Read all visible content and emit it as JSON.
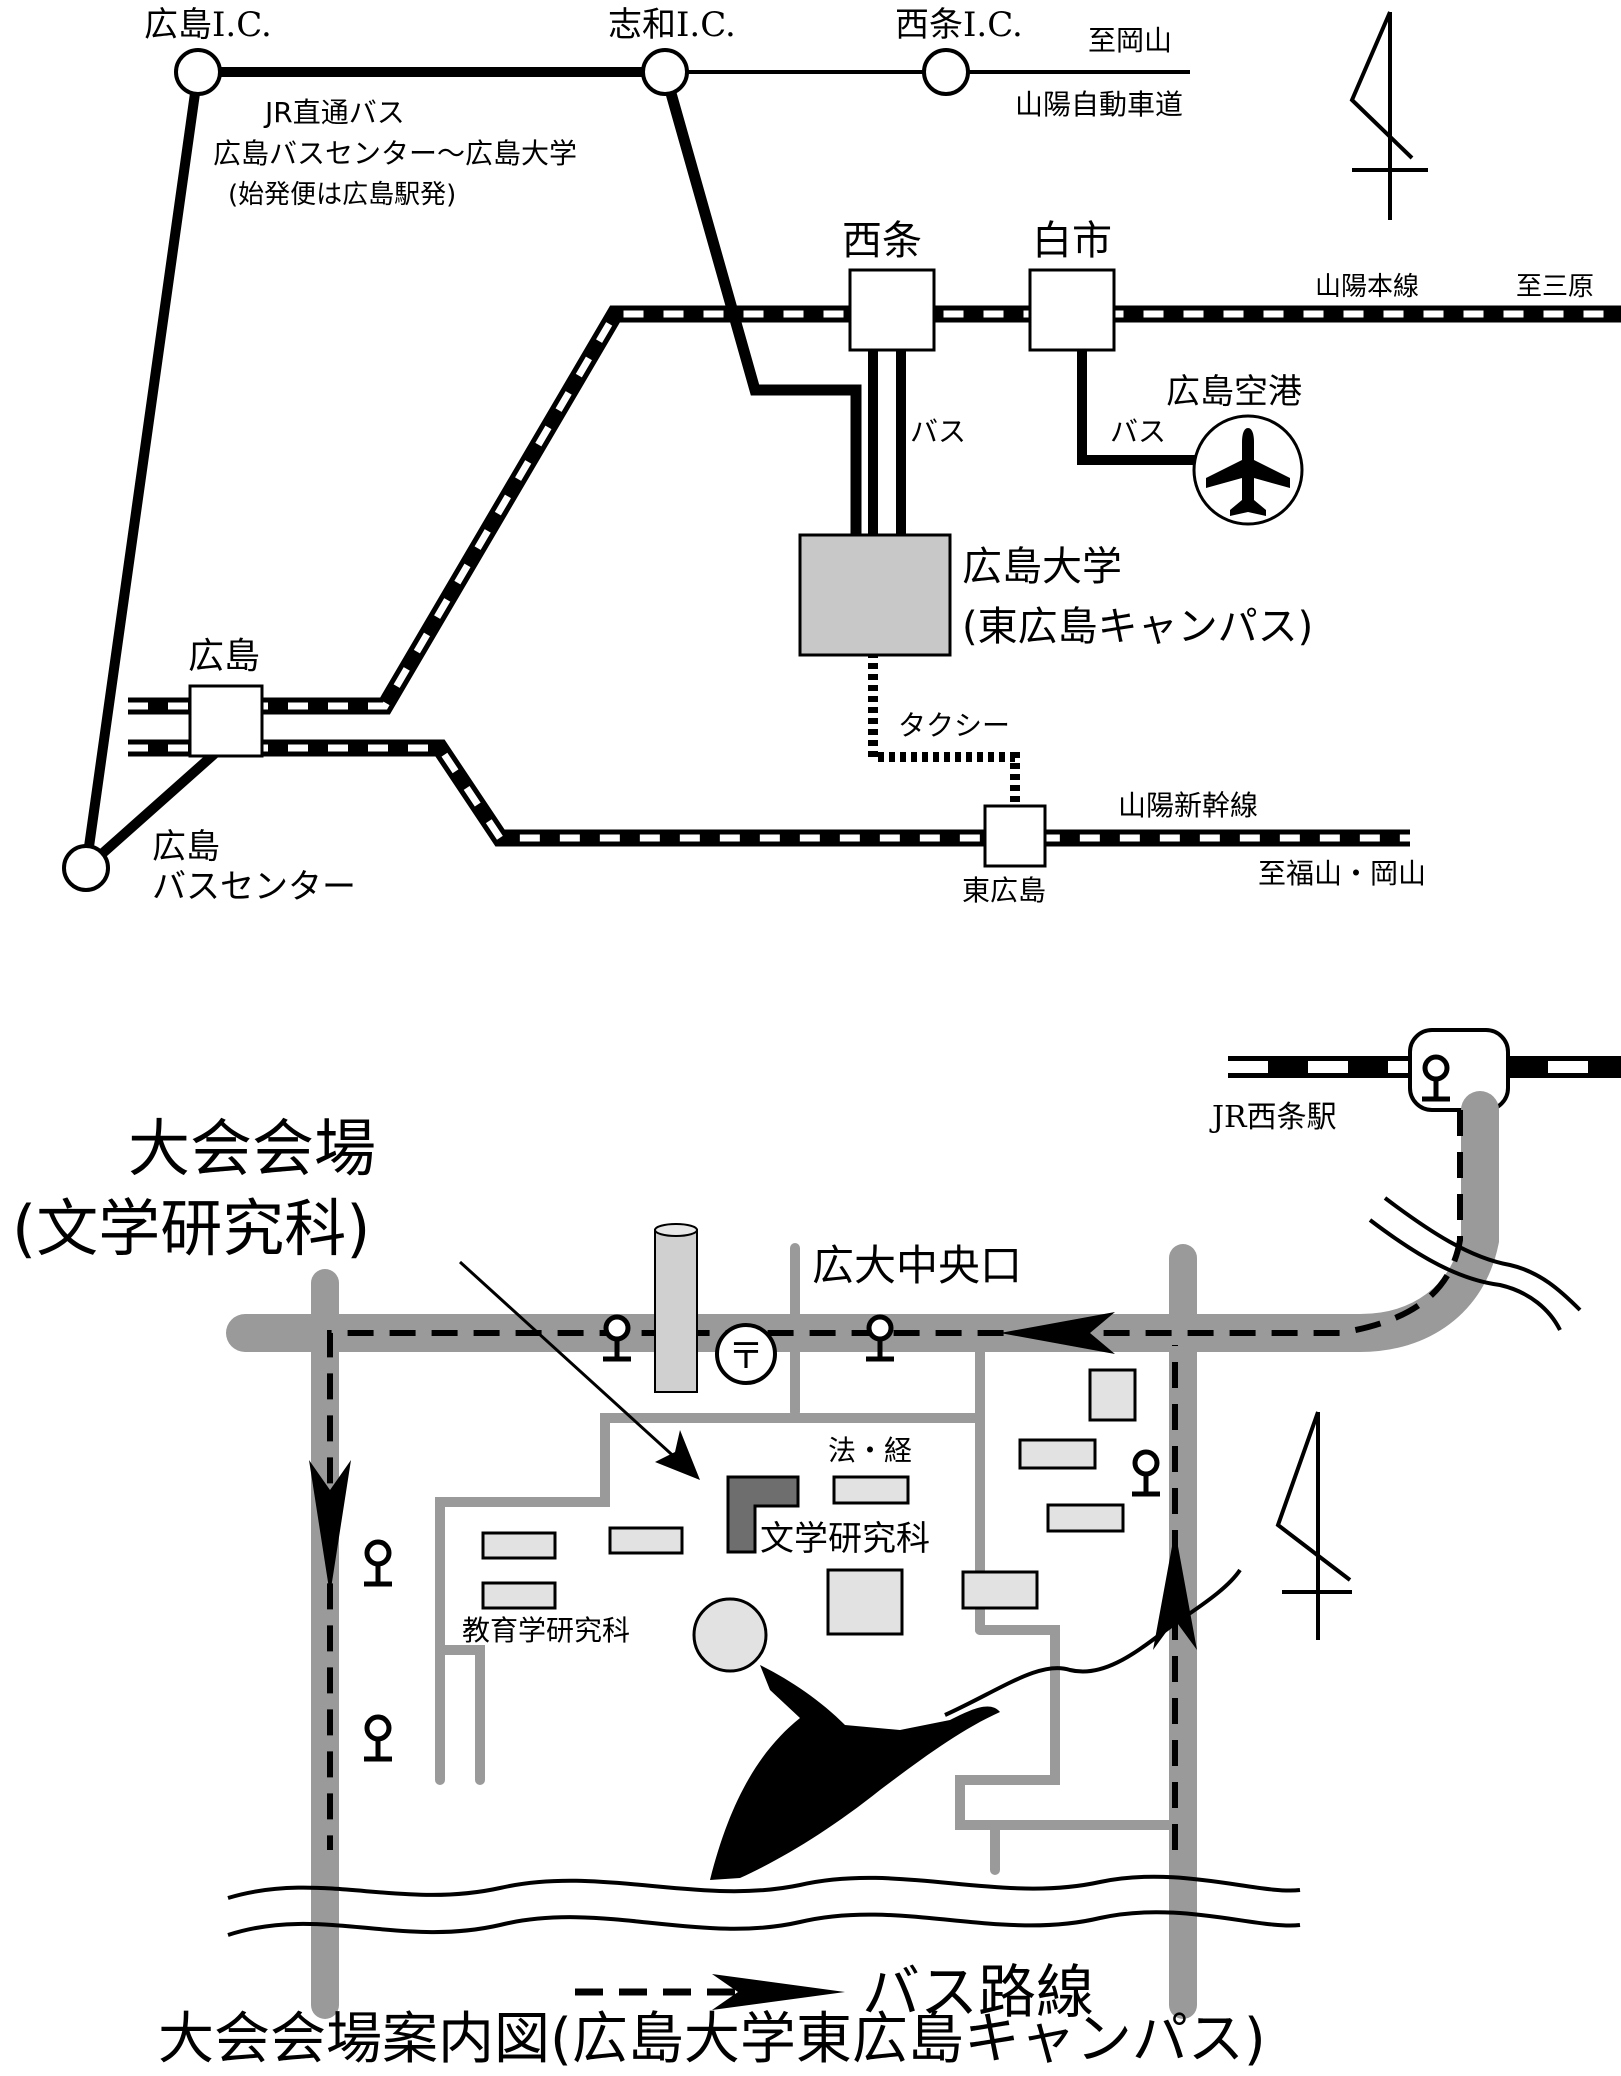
{
  "top_map": {
    "interchanges": {
      "hiroshima_ic": "広島I.C.",
      "saijo_ic": "西条I.C.",
      "shiwa_ic": "志和I.C."
    },
    "expressway_note": "至岡山",
    "expressway_name": "山陽自動車道",
    "bus_note": [
      "JR直通バス",
      "広島バスセンター〜広島大学",
      "(始発便は広島駅発)"
    ],
    "stations": {
      "saijo": "西条",
      "shiraichi": "白市",
      "hiroshima": "広島",
      "higashi_hiroshima": "東広島"
    },
    "sanyo_main_line": "山陽本線",
    "to_mihara": "至三原",
    "bus_label_1": "バス",
    "bus_label_2": "バス",
    "airport": "広島空港",
    "university": [
      "広島大学",
      "(東広島キャンパス)"
    ],
    "taxi": "タクシー",
    "shinkansen": "山陽新幹線",
    "to_fukuyama": "至福山・岡山",
    "bus_center": [
      "広島",
      "バスセンター"
    ]
  },
  "campus_map": {
    "venue": [
      "大会会場",
      "(文学研究科)"
    ],
    "jr_saijo_station": "JR西条駅",
    "central_gate": "広大中央口",
    "law_economics": "法・経",
    "letters": "文学研究科",
    "education": "教育学研究科",
    "post_office_icon": "〒",
    "legend": "バス路線"
  },
  "caption": "大会会場案内図(広島大学東広島キャンパス)"
}
